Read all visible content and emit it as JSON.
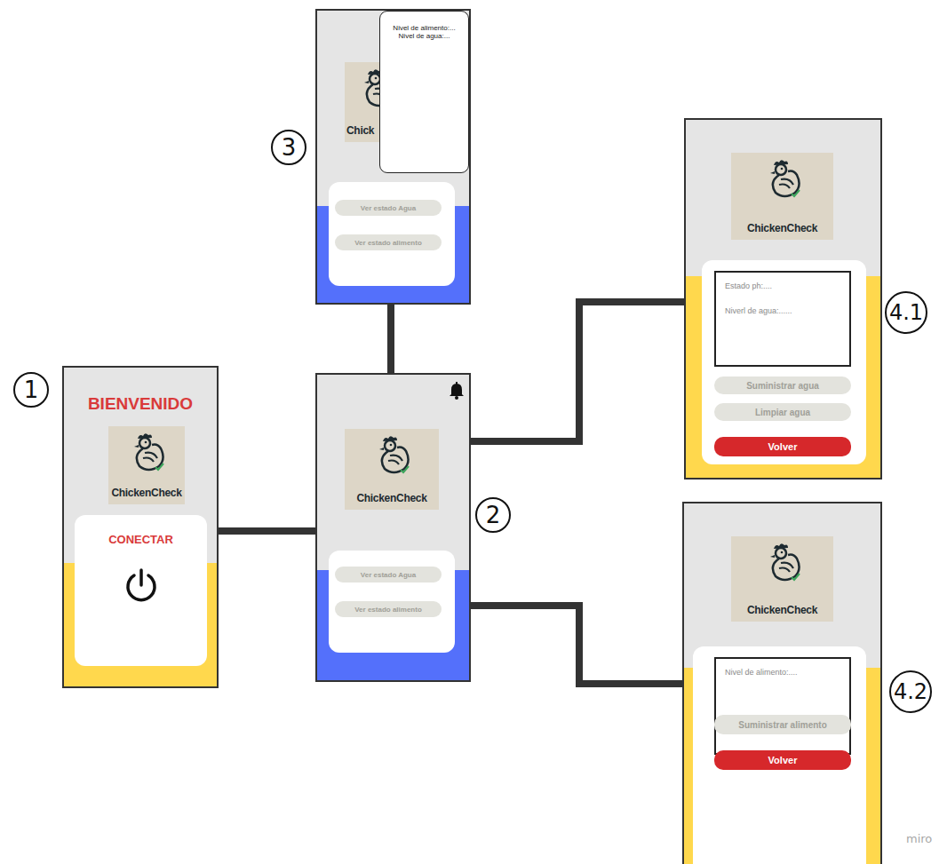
{
  "diagram": {
    "nodes": [
      {
        "text": [
          "1",
          "BIENVENIDO"
        ]
      },
      {
        "text": [
          "ChickenCheck"
        ],
        "in": 0
      },
      {
        "text": [
          "CONECTAR"
        ],
        "in": 0
      },
      {
        "text": [
          "2"
        ]
      },
      {
        "text": [
          "ChickenCheck"
        ],
        "in": 3
      },
      {
        "text": [
          "Ver estado Agua"
        ],
        "in": 3
      },
      {
        "text": [
          "Ver estado alimento"
        ],
        "in": 3
      },
      {
        "text": [
          "3"
        ]
      },
      {
        "text": [
          "Chick"
        ],
        "in": 7
      },
      {
        "text": [
          "Nivel de alimento:...",
          "Nivel de agua:..."
        ],
        "in": 7
      },
      {
        "text": [
          "Ver estado Agua"
        ],
        "in": 7
      },
      {
        "text": [
          "Ver estado alimento"
        ],
        "in": 7
      },
      {
        "text": [
          "4.1"
        ]
      },
      {
        "text": [
          "ChickenCheck"
        ],
        "in": 12
      },
      {
        "text": [
          "Estado ph:....",
          "Niverl de agua:......"
        ],
        "in": 12
      },
      {
        "text": [
          "Suministrar agua"
        ],
        "in": 12
      },
      {
        "text": [
          "Limpiar agua"
        ],
        "in": 12
      },
      {
        "text": [
          "Volver"
        ],
        "in": 12
      },
      {
        "text": [
          "4.2"
        ]
      },
      {
        "text": [
          "ChickenCheck"
        ],
        "in": 18
      },
      {
        "text": [
          "Nivel de alimento:...."
        ],
        "in": 18
      },
      {
        "text": [
          "Suministrar alimento"
        ],
        "in": 18
      },
      {
        "text": [
          "Volver"
        ],
        "in": 18
      }
    ],
    "edges": [
      {
        "from": 0,
        "to": 3,
        "arrow": "none"
      },
      {
        "from": 3,
        "to": 7,
        "arrow": "none"
      },
      {
        "from": 3,
        "to": 12,
        "arrow": "none"
      },
      {
        "from": 3,
        "to": 18,
        "arrow": "none"
      }
    ],
    "labels": [
      "miro"
    ]
  }
}
